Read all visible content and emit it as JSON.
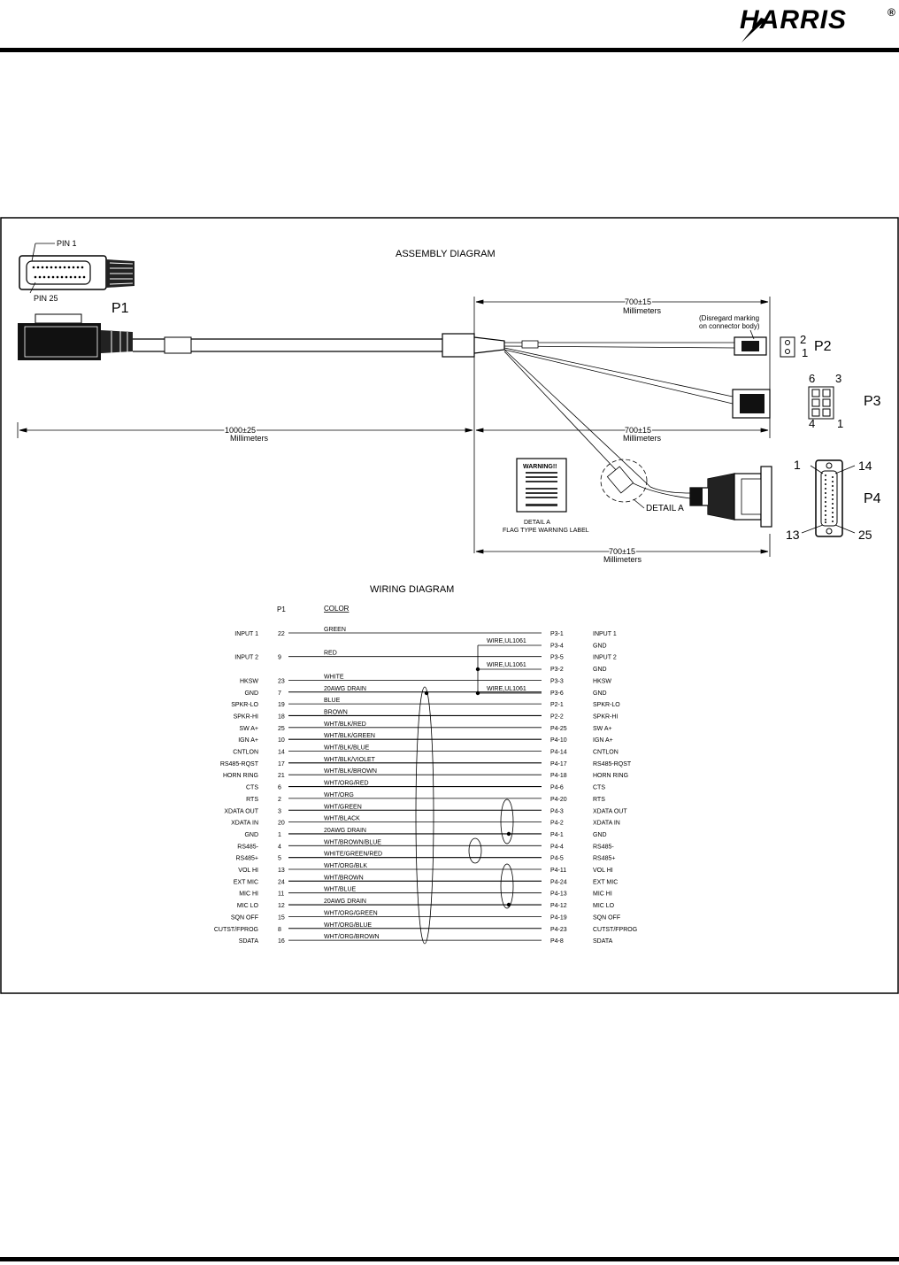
{
  "brand": {
    "logo_text": "HARRIS",
    "registered_mark": "®"
  },
  "assembly": {
    "title": "ASSEMBLY DIAGRAM",
    "pin1_label": "PIN 1",
    "pin25_label": "PIN 25",
    "p1_label": "P1",
    "p2_label": "P2",
    "p3_label": "P3",
    "p4_label": "P4",
    "p2_pin_a": "2",
    "p2_pin_b": "1",
    "p3_pin_6": "6",
    "p3_pin_3": "3",
    "p3_pin_4": "4",
    "p3_pin_1": "1",
    "p4_pin_1": "1",
    "p4_pin_14": "14",
    "p4_pin_13": "13",
    "p4_pin_25": "25",
    "dim_top": "700±15",
    "dim_mid": "700±15",
    "dim_bottom": "700±15",
    "dim_main": "1000±25",
    "units": "Millimeters",
    "disregard_line1": "(Disregard marking",
    "disregard_line2": "on connector body)",
    "detail_a": "DETAIL A",
    "detail_caption_line1": "DETAIL A",
    "detail_caption_line2": "FLAG TYPE WARNING LABEL",
    "warning": "WARNING!!"
  },
  "wiring": {
    "title": "WIRING DIAGRAM",
    "col_p1": "P1",
    "col_color": "COLOR",
    "wire_note": "WIRE,UL1061",
    "rows": [
      {
        "left": "INPUT 1",
        "pin": "22",
        "color": "GREEN",
        "dest": "P3-1",
        "right": "INPUT 1"
      },
      {
        "left": "",
        "pin": "",
        "color": "",
        "dest": "P3-4",
        "right": "GND"
      },
      {
        "left": "INPUT 2",
        "pin": "9",
        "color": "RED",
        "dest": "P3-5",
        "right": "INPUT 2"
      },
      {
        "left": "",
        "pin": "",
        "color": "",
        "dest": "P3-2",
        "right": "GND"
      },
      {
        "left": "HKSW",
        "pin": "23",
        "color": "WHITE",
        "dest": "P3-3",
        "right": "HKSW"
      },
      {
        "left": "GND",
        "pin": "7",
        "color": "20AWG DRAIN",
        "dest": "P3-6",
        "right": "GND"
      },
      {
        "left": "SPKR-LO",
        "pin": "19",
        "color": "BLUE",
        "dest": "P2-1",
        "right": "SPKR-LO"
      },
      {
        "left": "SPKR-HI",
        "pin": "18",
        "color": "BROWN",
        "dest": "P2-2",
        "right": "SPKR-HI"
      },
      {
        "left": "SW A+",
        "pin": "25",
        "color": "WHT/BLK/RED",
        "dest": "P4-25",
        "right": "SW A+"
      },
      {
        "left": "IGN A+",
        "pin": "10",
        "color": "WHT/BLK/GREEN",
        "dest": "P4-10",
        "right": "IGN A+"
      },
      {
        "left": "CNTLON",
        "pin": "14",
        "color": "WHT/BLK/BLUE",
        "dest": "P4-14",
        "right": "CNTLON"
      },
      {
        "left": "RS485-RQST",
        "pin": "17",
        "color": "WHT/BLK/VIOLET",
        "dest": "P4-17",
        "right": "RS485-RQST"
      },
      {
        "left": "HORN RING",
        "pin": "21",
        "color": "WHT/BLK/BROWN",
        "dest": "P4-18",
        "right": "HORN RING"
      },
      {
        "left": "CTS",
        "pin": "6",
        "color": "WHT/ORG/RED",
        "dest": "P4-6",
        "right": "CTS"
      },
      {
        "left": "RTS",
        "pin": "2",
        "color": "WHT/ORG",
        "dest": "P4-20",
        "right": "RTS"
      },
      {
        "left": "XDATA OUT",
        "pin": "3",
        "color": "WHT/GREEN",
        "dest": "P4-3",
        "right": "XDATA OUT"
      },
      {
        "left": "XDATA IN",
        "pin": "20",
        "color": "WHT/BLACK",
        "dest": "P4-2",
        "right": "XDATA IN"
      },
      {
        "left": "GND",
        "pin": "1",
        "color": "20AWG DRAIN",
        "dest": "P4-1",
        "right": "GND"
      },
      {
        "left": "RS485-",
        "pin": "4",
        "color": "WHT/BROWN/BLUE",
        "dest": "P4-4",
        "right": "RS485-"
      },
      {
        "left": "RS485+",
        "pin": "5",
        "color": "WHITE/GREEN/RED",
        "dest": "P4-5",
        "right": "RS485+"
      },
      {
        "left": "VOL HI",
        "pin": "13",
        "color": "WHT/ORG/BLK",
        "dest": "P4-11",
        "right": "VOL HI"
      },
      {
        "left": "EXT MIC",
        "pin": "24",
        "color": "WHT/BROWN",
        "dest": "P4-24",
        "right": "EXT MIC"
      },
      {
        "left": "MIC HI",
        "pin": "11",
        "color": "WHT/BLUE",
        "dest": "P4-13",
        "right": "MIC HI"
      },
      {
        "left": "MIC LO",
        "pin": "12",
        "color": "20AWG DRAIN",
        "dest": "P4-12",
        "right": "MIC LO"
      },
      {
        "left": "SQN OFF",
        "pin": "15",
        "color": "WHT/ORG/GREEN",
        "dest": "P4-19",
        "right": "SQN OFF"
      },
      {
        "left": "CUTST/FPROG",
        "pin": "8",
        "color": "WHT/ORG/BLUE",
        "dest": "P4-23",
        "right": "CUTST/FPROG"
      },
      {
        "left": "SDATA",
        "pin": "16",
        "color": "WHT/ORG/BROWN",
        "dest": "P4-8",
        "right": "SDATA"
      }
    ]
  }
}
